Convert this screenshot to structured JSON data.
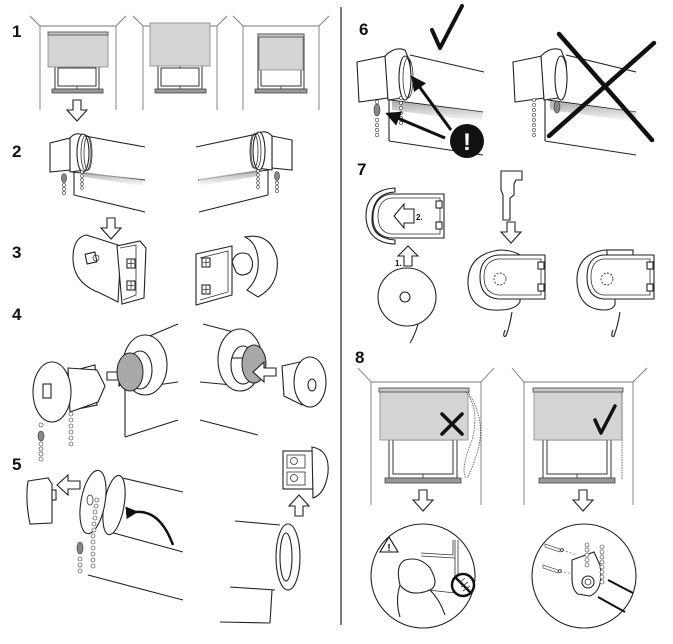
{
  "document": {
    "type": "assembly-instructions",
    "subject": "roller blind installation"
  },
  "steps": [
    {
      "number": "1",
      "description": "Three mounting options: shade inside frame, shade above frame, shade recessed in window"
    },
    {
      "number": "2",
      "description": "Roller blind with chain control on left or right side"
    },
    {
      "number": "3",
      "description": "Mounting brackets for left and right side"
    },
    {
      "number": "4",
      "description": "Insert end caps into roller tube"
    },
    {
      "number": "5",
      "description": "Remove cover, rotate roller and attach bracket"
    },
    {
      "number": "6",
      "description": "Check chain stopper position"
    },
    {
      "number": "7",
      "description": "Clip bracket cover onto bracket"
    },
    {
      "number": "8",
      "description": "Secure chain tensioner to wall"
    }
  ],
  "labels": {
    "step7_arrow1": "1.",
    "step7_arrow2": "2.",
    "warning_symbol": "!",
    "correct_mark": "✓",
    "incorrect_mark": "✕"
  },
  "colors": {
    "shade": "#d4d4d4",
    "part_grey": "#a9a9a9",
    "ink": "#222222",
    "background": "#ffffff"
  }
}
